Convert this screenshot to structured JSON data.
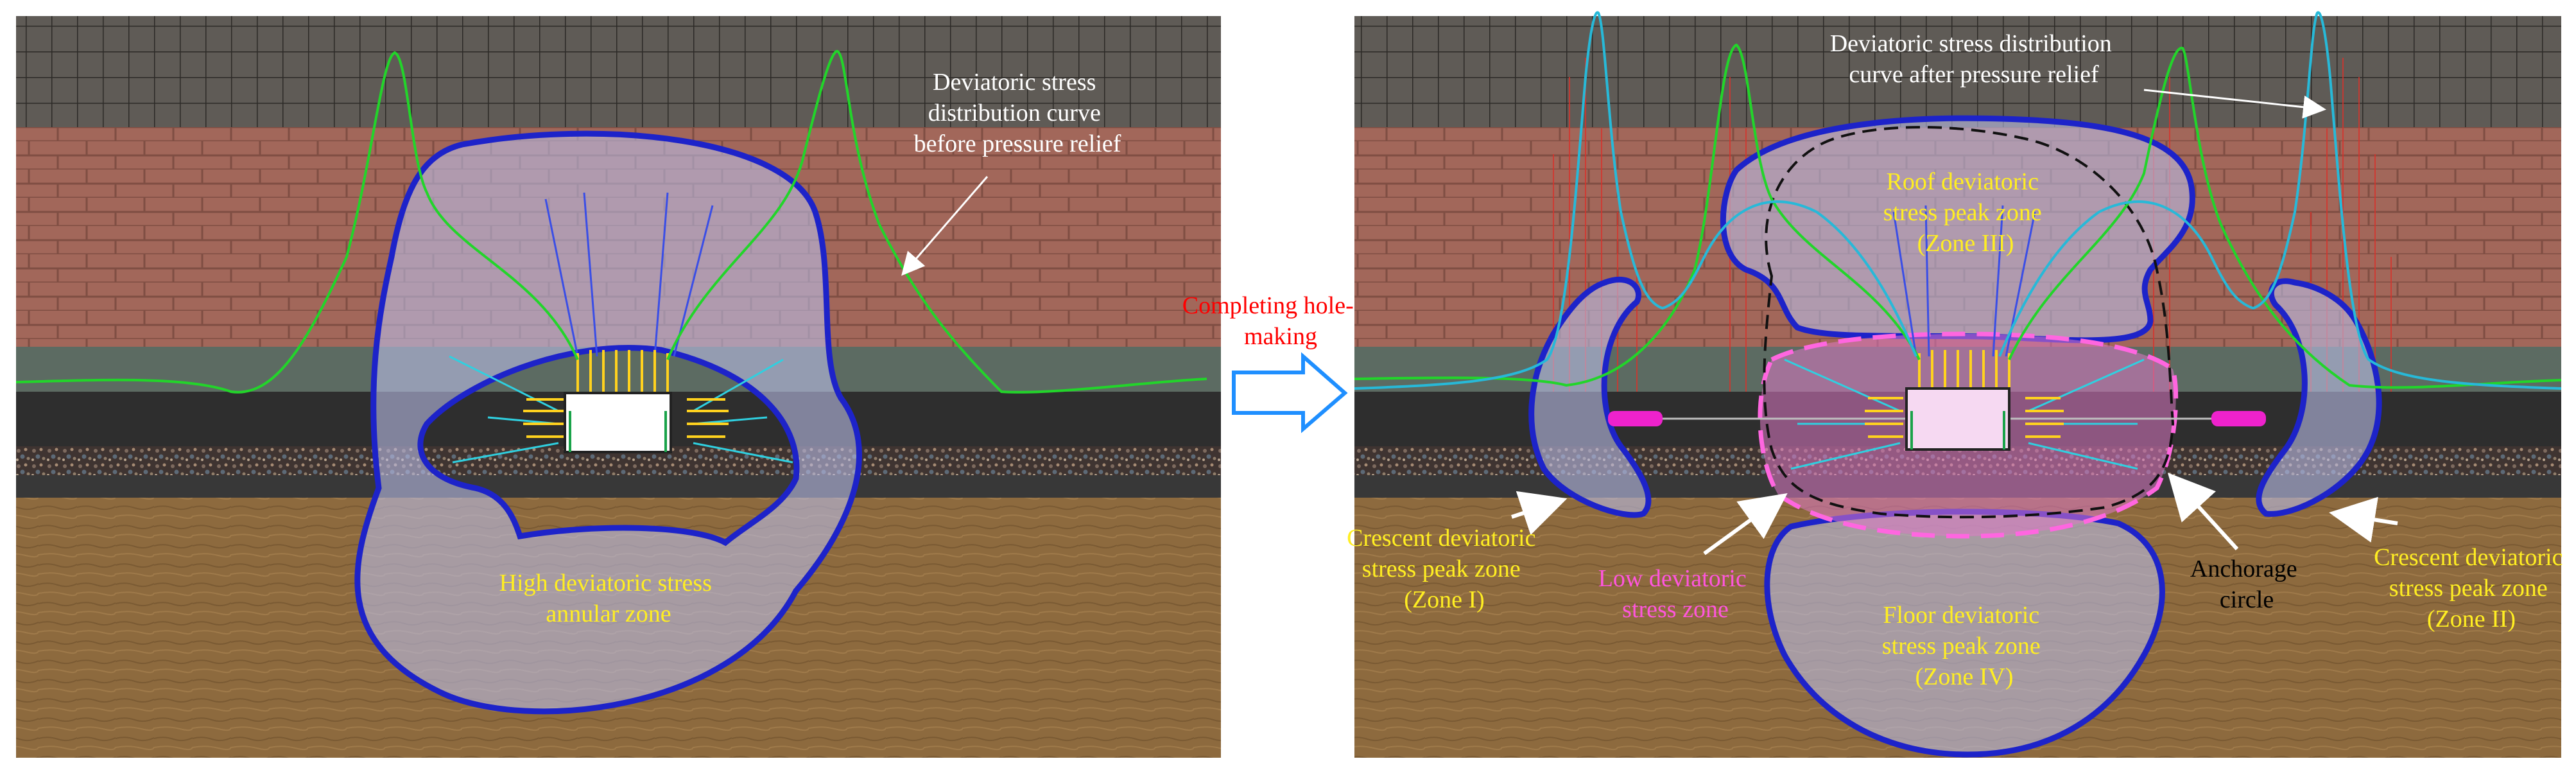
{
  "colors": {
    "grid_rock": "#5f5b56",
    "brick_rock": "#a2675a",
    "mudstone": "#5c6b62",
    "coal": "#2e2e2e",
    "gravel": "#4a3b36",
    "floor_soil": "#8d6a3e",
    "zone_fill": "#b9bde6",
    "zone_border": "#1d23c9",
    "curve_before": "#22d52a",
    "curve_after": "#27b9d8",
    "label_yellow": "#ffee22",
    "label_white": "#ffffff",
    "label_pink": "#ff55dd",
    "label_red": "#ff0000",
    "arrow_blue": "#1f8fff",
    "low_zone_fill": "#dc78c4",
    "low_zone_border": "#ff66e0",
    "drill_pipe": "#ee22cc"
  },
  "left_panel": {
    "curve_label": [
      "Deviatoric stress",
      "distribution curve",
      "before pressure relief"
    ],
    "zone_label": [
      "High deviatoric stress",
      "annular zone"
    ]
  },
  "transition": {
    "label": [
      "Completing hole-",
      "making"
    ],
    "arrow_icon": "right-arrow-icon"
  },
  "right_panel": {
    "curve_label": [
      "Deviatoric stress distribution",
      "curve after pressure relief"
    ],
    "roof_zone_label": [
      "Roof deviatoric",
      "stress peak zone",
      "(Zone III)"
    ],
    "zone1_label": [
      "Crescent deviatoric",
      "stress peak zone",
      "(Zone I)"
    ],
    "low_zone_label": [
      "Low deviatoric",
      "stress zone"
    ],
    "floor_zone_label": [
      "Floor deviatoric",
      "stress peak zone",
      "(Zone IV)"
    ],
    "anchorage_label": [
      "Anchorage",
      "circle"
    ],
    "zone2_label": [
      "Crescent deviatoric",
      "stress peak zone",
      "(Zone II)"
    ]
  }
}
